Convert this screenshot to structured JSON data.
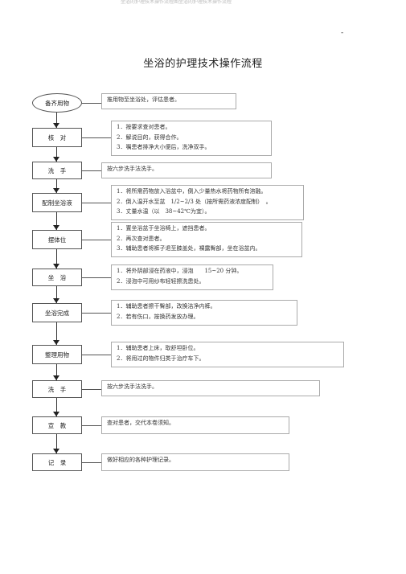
{
  "header": {
    "faded_text": "坐浴的护理技术操作流程图坐浴的护理技术操作流程",
    "corner_mark": "-"
  },
  "title": "坐浴的护理技术操作流程",
  "steps": [
    {
      "label": "备齐用物",
      "notes": [
        "推用物至坐浴处，评估患者。"
      ]
    },
    {
      "label": "核　对",
      "notes": [
        "1．按要求查对患者。",
        "2．解说目的，获得合作。",
        "3．嘱患者排净大小便后，洗净双手。"
      ]
    },
    {
      "label": "洗　手",
      "notes": [
        "按六步洗手法洗手。"
      ]
    },
    {
      "label": "配制坐浴液",
      "notes": [
        "1．将所需药物放入浴盆中，倒入少量热水将药物所有溶融。",
        "2．倒入温开水至盆　1/2~2/3 处（按所需药液浓度配制）　。",
        "3．丈量水温（以　38~42℃为宜）。"
      ]
    },
    {
      "label": "摆体位",
      "notes": [
        "1．置坐浴盆于坐浴椅上，遮挡患者。",
        "2．再次查对患者。",
        "3．辅助患者将裤子退至膝盖处，裸露臀部，坐在浴盆内。"
      ]
    },
    {
      "label": "坐　浴",
      "notes": [
        "1．将外阴部浸在药液中，浸泡　　15~20 分钟。",
        "2．浸泡中可用纱布轻轻擦洗患处。"
      ]
    },
    {
      "label": "坐浴完成",
      "notes": [
        "1．辅助患者擦干臀部，改换洁净内裤。",
        "2．若有伤口，按换药发放办理。"
      ]
    },
    {
      "label": "整理用物",
      "notes": [
        "1．辅助患者上床，取舒坦卧位。",
        "2．将用过的物件归类于治疗车下。"
      ]
    },
    {
      "label": "洗　手",
      "notes": [
        "按六步洗手法洗手。"
      ]
    },
    {
      "label": "宣　教",
      "notes": [
        "查对患者，交代本卷须知。"
      ]
    },
    {
      "label": "记　录",
      "notes": [
        "做好相应的各种护理记录。"
      ]
    }
  ]
}
